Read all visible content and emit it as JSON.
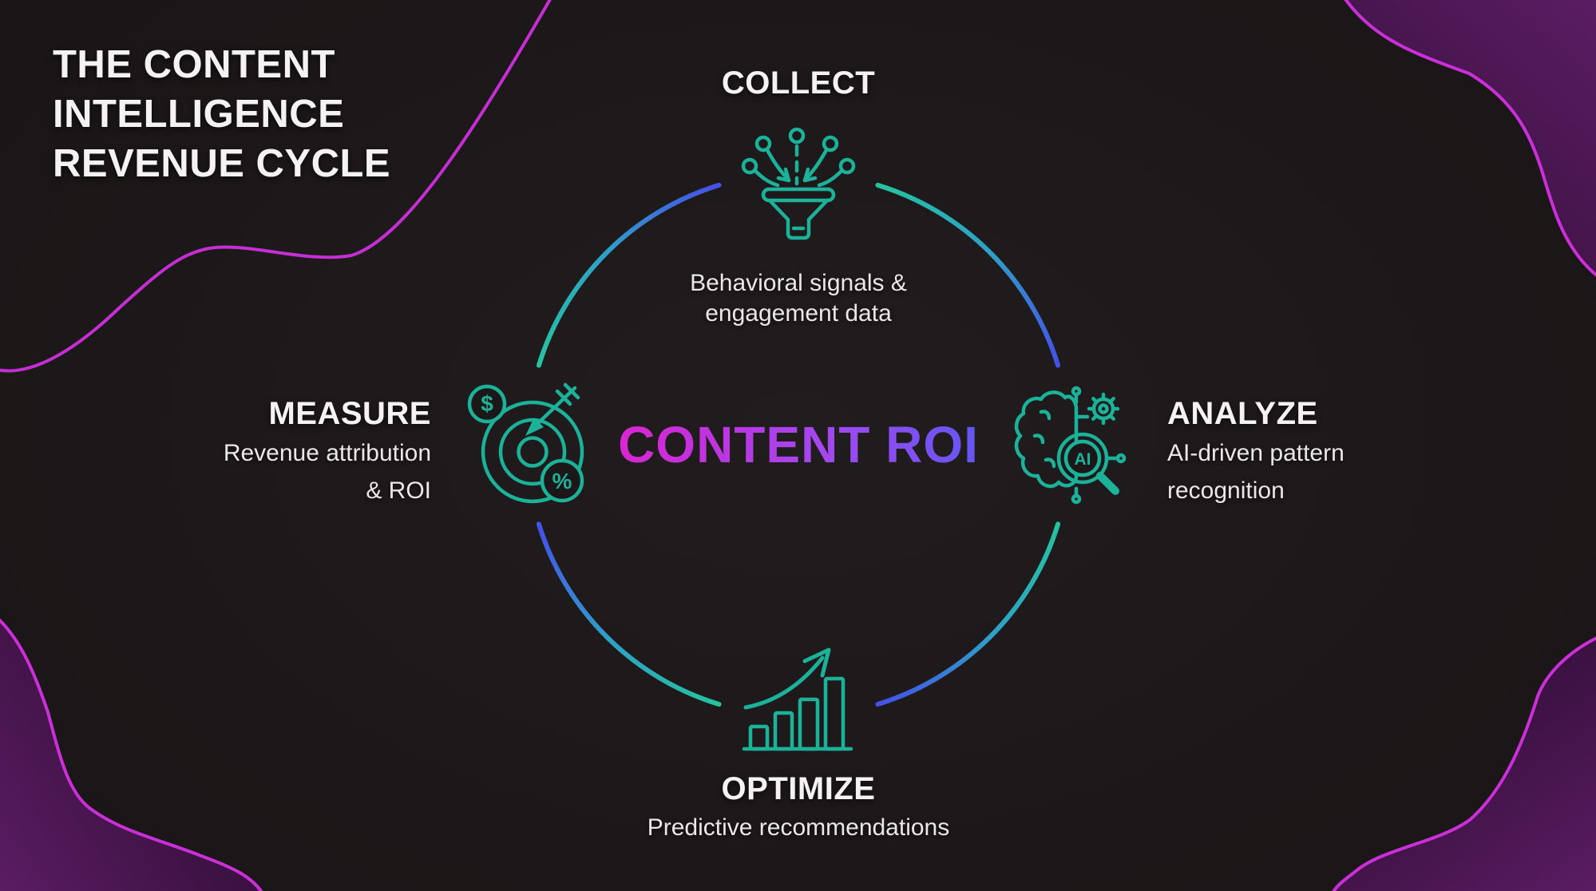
{
  "title": {
    "lines": [
      "THE CONTENT",
      "INTELLIGENCE",
      "REVENUE CYCLE"
    ]
  },
  "center": {
    "label": "CONTENT ROI"
  },
  "stages": [
    {
      "id": "collect",
      "label": "COLLECT",
      "icon": "funnel-collect-icon",
      "desc_lines": [
        "Behavioral signals &",
        "engagement data"
      ]
    },
    {
      "id": "analyze",
      "label": "ANALYZE",
      "icon": "ai-brain-icon",
      "desc_lines": [
        "AI-driven pattern",
        "recognition"
      ]
    },
    {
      "id": "optimize",
      "label": "OPTIMIZE",
      "icon": "growth-chart-icon",
      "desc_lines": [
        "Predictive recommendations"
      ]
    },
    {
      "id": "measure",
      "label": "MEASURE",
      "icon": "target-roi-icon",
      "desc_lines": [
        "Revenue attribution",
        "& ROI"
      ]
    }
  ],
  "icon_glyphs": {
    "dollar": "$",
    "percent": "%",
    "ai": "AI"
  },
  "palette": {
    "background": "#1c1819",
    "teal": "#1cb299",
    "arc_teal": "#26c2a0",
    "arc_blue": "#4550e8",
    "magenta": "#cb30d8",
    "blob_fill_dark": "#340f3a",
    "blob_fill_light": "#5a1c62",
    "text_primary": "#f4f2f2",
    "text_secondary": "#e9e7e8",
    "roi_gradient": [
      "#ea1ec6",
      "#a348ee",
      "#4c5cf2"
    ]
  }
}
